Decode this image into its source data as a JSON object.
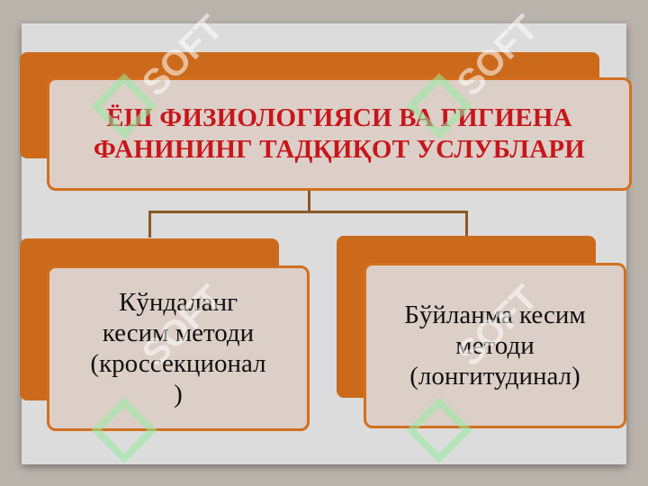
{
  "title": {
    "text": "ЁШ ФИЗИОЛОГИЯСИ ВА ГИГИЕНА\nФАНИНИНГ ТАДҚИҚОТ УСЛУБЛАРИ"
  },
  "children": [
    {
      "text": "Кўндаланг\nкесим методи\n(кроссекционал\n)"
    },
    {
      "text": "Бўйланма кесим\nметоди\n(лонгитудинал)"
    }
  ],
  "colors": {
    "accent": "#cc6a1c",
    "title_text": "#c8161b",
    "box_fill": "#dccfc7"
  },
  "watermark": {
    "text": "SOFT",
    "icon": "soft-logo-icon"
  }
}
